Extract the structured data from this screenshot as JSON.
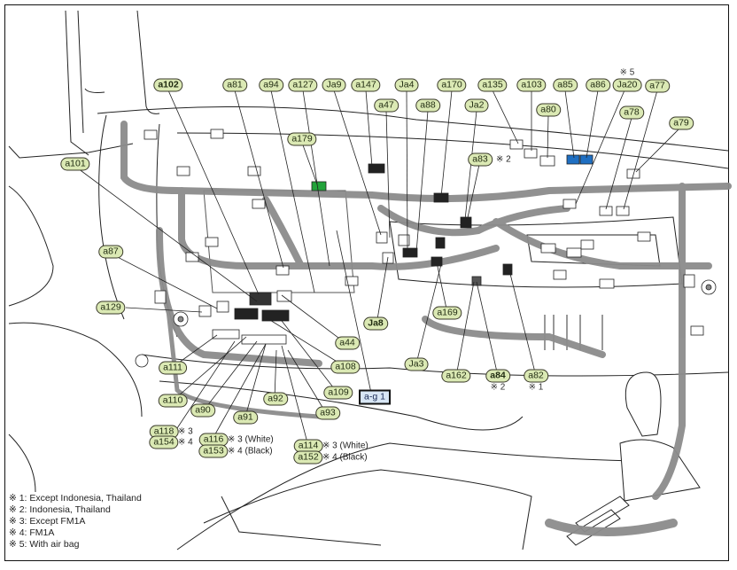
{
  "diagram": {
    "title": "Instrument panel wiring harness connector locations",
    "labels": [
      {
        "id": "a102",
        "text": "a102",
        "bold": true
      },
      {
        "id": "a81",
        "text": "a81"
      },
      {
        "id": "a94",
        "text": "a94"
      },
      {
        "id": "a127",
        "text": "a127"
      },
      {
        "id": "Ja9",
        "text": "Ja9"
      },
      {
        "id": "a147",
        "text": "a147"
      },
      {
        "id": "Ja4",
        "text": "Ja4"
      },
      {
        "id": "a47",
        "text": "a47"
      },
      {
        "id": "a88",
        "text": "a88"
      },
      {
        "id": "a170",
        "text": "a170"
      },
      {
        "id": "Ja2",
        "text": "Ja2"
      },
      {
        "id": "a135",
        "text": "a135"
      },
      {
        "id": "a103",
        "text": "a103"
      },
      {
        "id": "a80",
        "text": "a80"
      },
      {
        "id": "a85",
        "text": "a85"
      },
      {
        "id": "a86",
        "text": "a86"
      },
      {
        "id": "Ja20",
        "text": "Ja20"
      },
      {
        "id": "a77",
        "text": "a77"
      },
      {
        "id": "a78",
        "text": "a78"
      },
      {
        "id": "a79",
        "text": "a79"
      },
      {
        "id": "a179",
        "text": "a179"
      },
      {
        "id": "a83",
        "text": "a83"
      },
      {
        "id": "a101",
        "text": "a101"
      },
      {
        "id": "a87",
        "text": "a87"
      },
      {
        "id": "a129",
        "text": "a129"
      },
      {
        "id": "a44",
        "text": "a44"
      },
      {
        "id": "Ja8",
        "text": "Ja8",
        "bold": true
      },
      {
        "id": "a169",
        "text": "a169"
      },
      {
        "id": "a111",
        "text": "a111"
      },
      {
        "id": "a108",
        "text": "a108"
      },
      {
        "id": "a109",
        "text": "a109"
      },
      {
        "id": "ag1",
        "text": "a-g 1",
        "boxed": true
      },
      {
        "id": "a110",
        "text": "a110"
      },
      {
        "id": "a92",
        "text": "a92"
      },
      {
        "id": "a90",
        "text": "a90"
      },
      {
        "id": "a93",
        "text": "a93"
      },
      {
        "id": "a91",
        "text": "a91"
      },
      {
        "id": "Ja3",
        "text": "Ja3"
      },
      {
        "id": "a162",
        "text": "a162"
      },
      {
        "id": "a84",
        "text": "a84",
        "bold": true
      },
      {
        "id": "a82",
        "text": "a82"
      },
      {
        "id": "a118",
        "text": "a118"
      },
      {
        "id": "a154",
        "text": "a154"
      },
      {
        "id": "a116",
        "text": "a116"
      },
      {
        "id": "a153",
        "text": "a153"
      },
      {
        "id": "a114",
        "text": "a114"
      },
      {
        "id": "a152",
        "text": "a152"
      }
    ],
    "notes": {
      "a83": "※ 2",
      "Ja20": "※ 5",
      "a84": "※ 2",
      "a82": "※ 1",
      "a118": "※ 3",
      "a154": "※ 4",
      "a116": "※ 3 (White)",
      "a153": "※ 4 (Black)",
      "a114": "※ 3 (White)",
      "a152": "※ 4 (Black)"
    },
    "connector_colors": {
      "white": "#ffffff",
      "black": "#222222",
      "green": "#22a33a",
      "blue": "#1f6fc2",
      "harness": "#8a8a8a",
      "label_fill": "#dbe9b4"
    }
  },
  "legend": [
    "※ 1: Except Indonesia, Thailand",
    "※ 2: Indonesia, Thailand",
    "※ 3: Except FM1A",
    "※ 4: FM1A",
    "※ 5: With air bag"
  ]
}
